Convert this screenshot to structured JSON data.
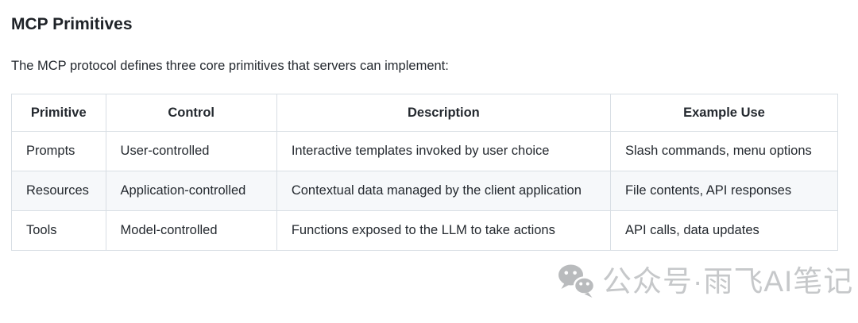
{
  "page": {
    "title": "MCP Primitives",
    "intro": "The MCP protocol defines three core primitives that servers can implement:"
  },
  "table": {
    "columns": [
      "Primitive",
      "Control",
      "Description",
      "Example Use"
    ],
    "rows": [
      {
        "primitive": "Prompts",
        "control": "User-controlled",
        "description": "Interactive templates invoked by user choice",
        "example_use": "Slash commands, menu options"
      },
      {
        "primitive": "Resources",
        "control": "Application-controlled",
        "description": "Contextual data managed by the client application",
        "example_use": "File contents, API responses"
      },
      {
        "primitive": "Tools",
        "control": "Model-controlled",
        "description": "Functions exposed to the LLM to take actions",
        "example_use": "API calls, data updates"
      }
    ]
  },
  "watermark": {
    "icon": "wechat-icon",
    "text": "公众号·雨飞AI笔记"
  },
  "colors": {
    "border": "#d8dee4",
    "stripe_background": "#f6f8fa",
    "text": "#24292f",
    "heading_text": "#1f2328",
    "watermark_gray": "#c6c8ca"
  }
}
